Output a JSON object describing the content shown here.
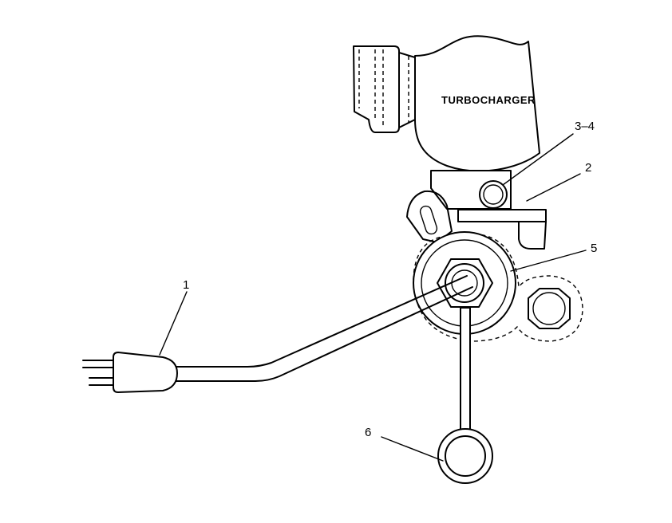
{
  "diagram": {
    "component_label": "TURBOCHARGER",
    "callouts": {
      "c1": "1",
      "c2": "2",
      "c34": "3–4",
      "c5": "5",
      "c6": "6"
    }
  }
}
